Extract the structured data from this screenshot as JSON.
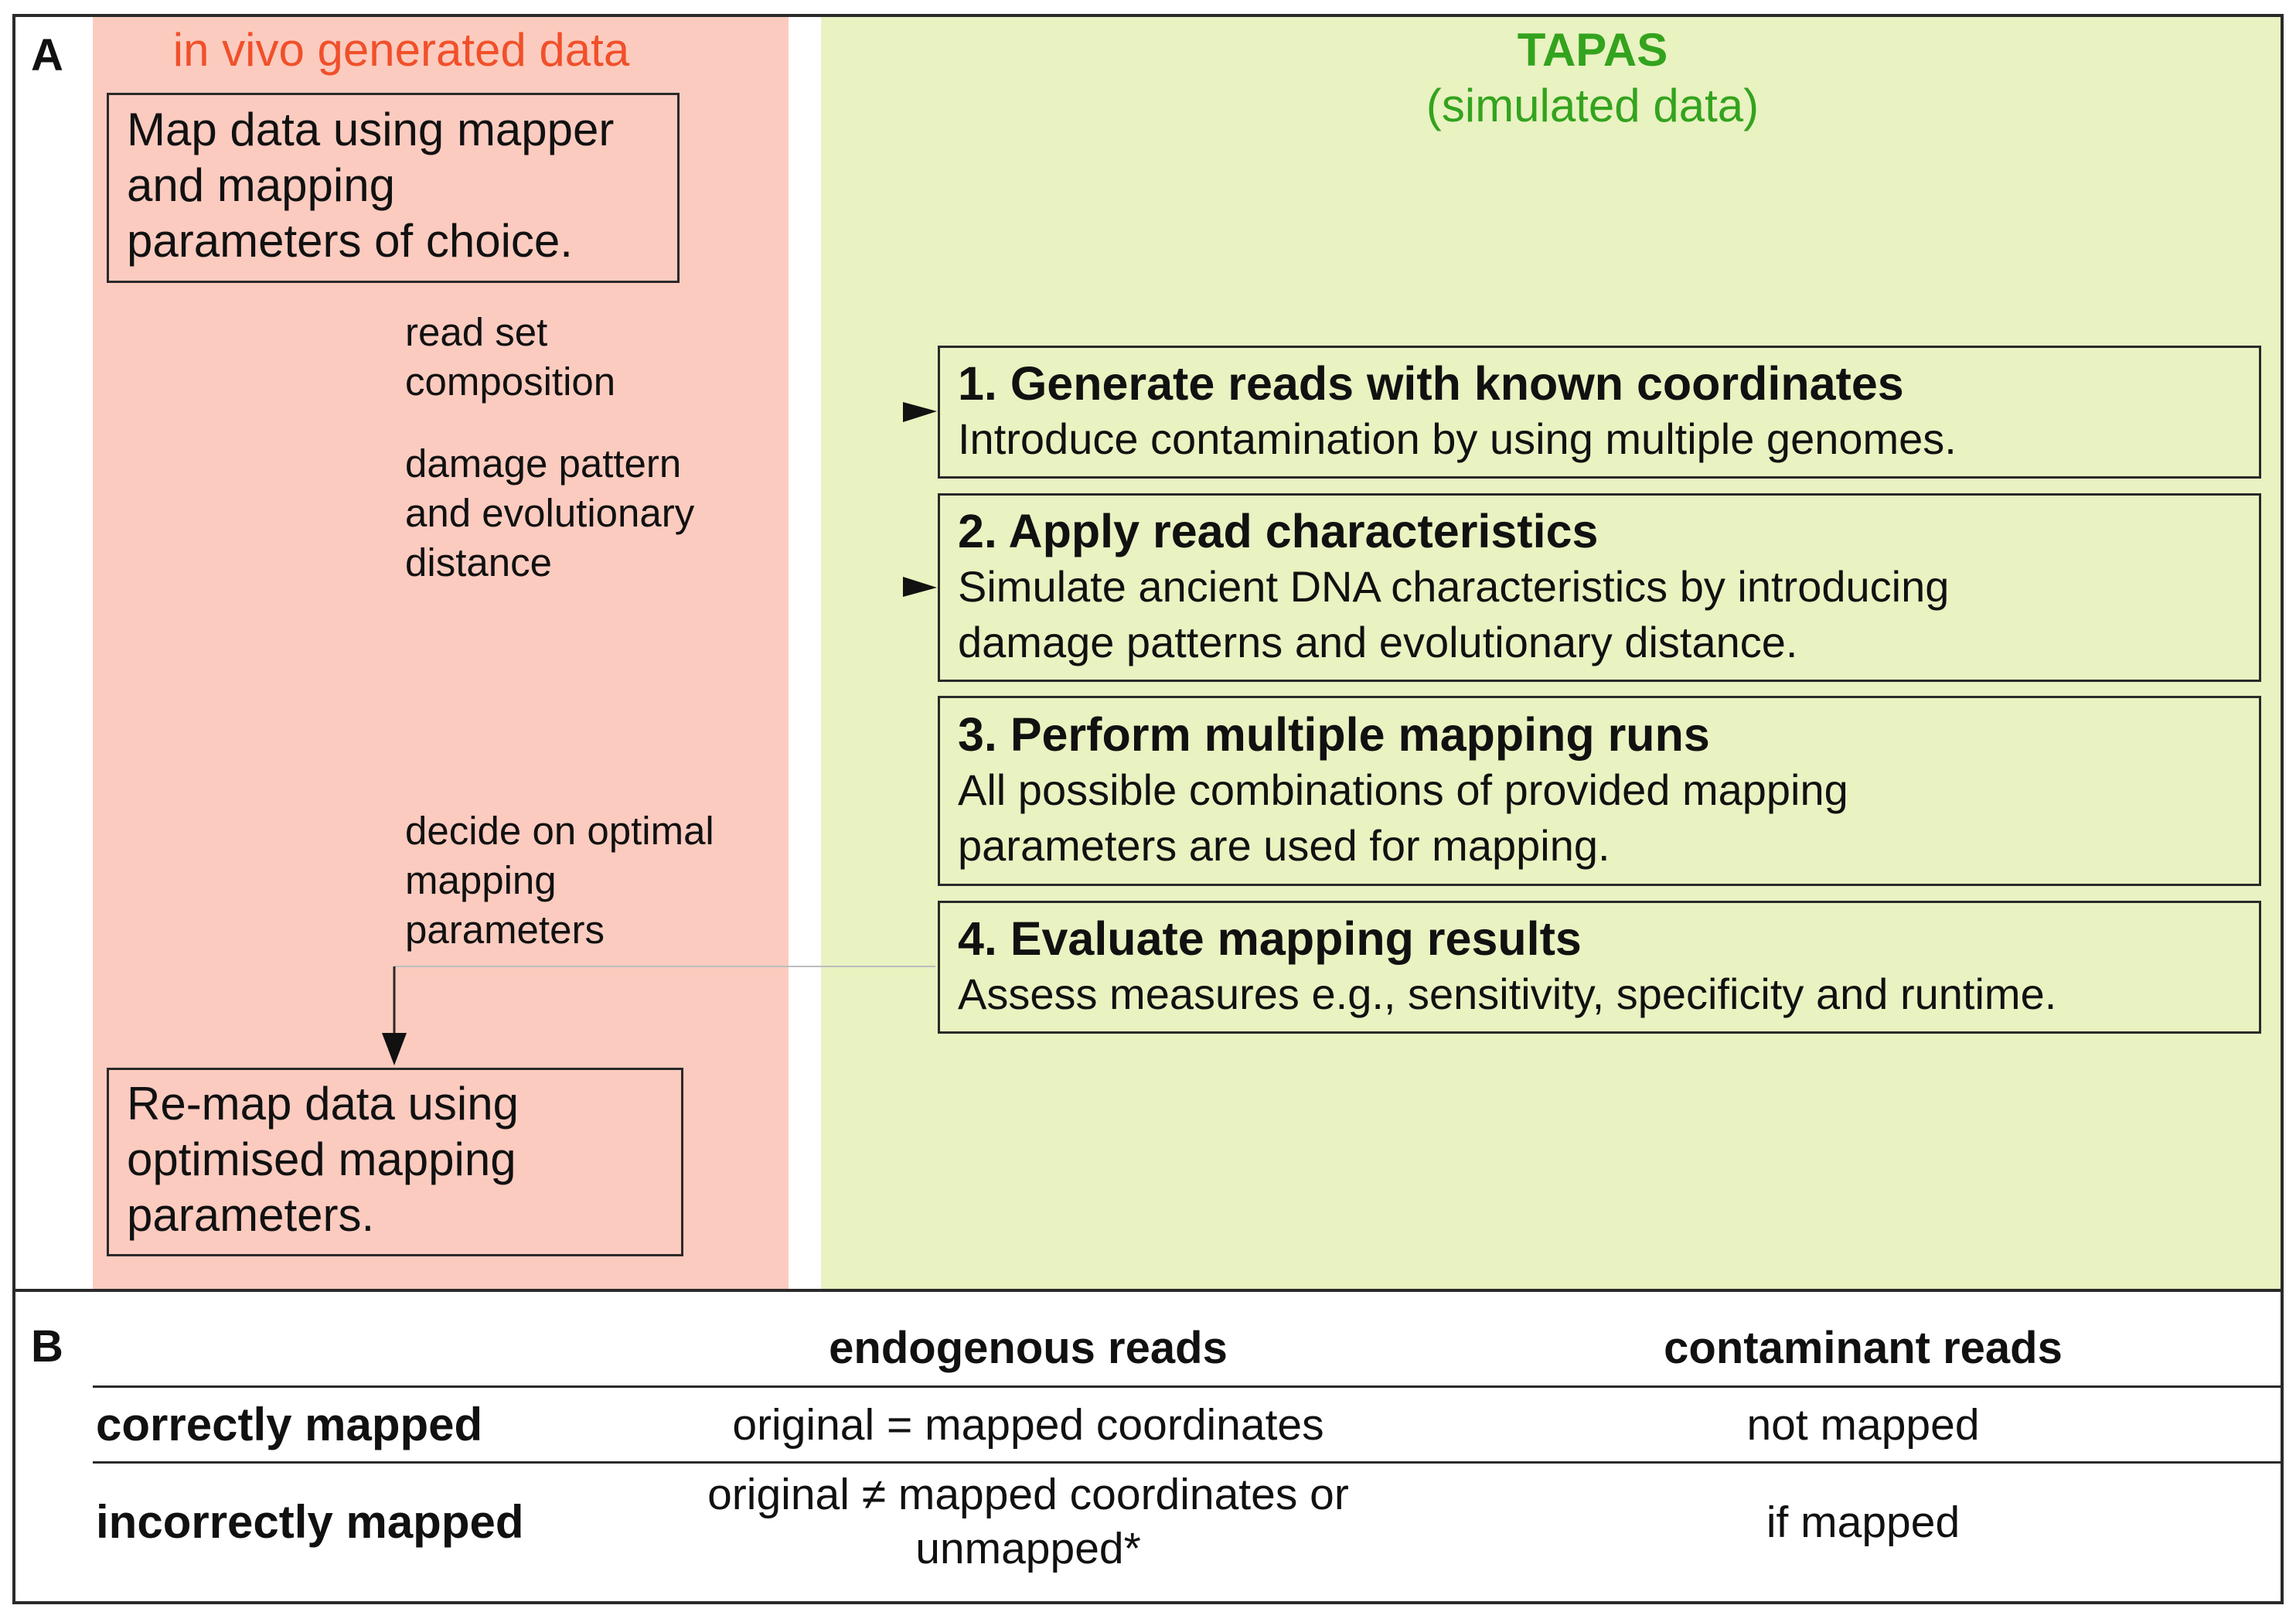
{
  "panel_a": {
    "letter": "A",
    "left_title": "in vivo generated data",
    "right_title": "TAPAS",
    "right_subtitle": "(simulated data)",
    "colors": {
      "left_title": "#f0502a",
      "right_title": "#33a31e",
      "left_bg": "#fccbbf",
      "right_bg": "#e9f2c1"
    },
    "box_map": [
      "Map data using mapper",
      "and mapping",
      "parameters of choice."
    ],
    "label_read_set": [
      "read set",
      "composition"
    ],
    "label_damage": [
      "damage pattern",
      "and evolutionary",
      "distance"
    ],
    "label_decide": [
      "decide on optimal",
      "mapping",
      "parameters"
    ],
    "box_remap": [
      "Re-map data using",
      "optimised mapping",
      "parameters."
    ],
    "steps": [
      {
        "title": "1. Generate reads with known coordinates",
        "desc": [
          "Introduce contamination by using multiple genomes."
        ]
      },
      {
        "title": "2. Apply read characteristics",
        "desc": [
          "Simulate ancient DNA characteristics by introducing",
          "damage patterns and evolutionary distance."
        ]
      },
      {
        "title": "3. Perform multiple mapping runs",
        "desc": [
          "All possible combinations of provided mapping",
          "parameters are used for mapping."
        ]
      },
      {
        "title": "4. Evaluate mapping results",
        "desc": [
          "Assess measures e.g., sensitivity, specificity and runtime."
        ]
      }
    ]
  },
  "panel_b": {
    "letter": "B",
    "headers": [
      "endogenous reads",
      "contaminant reads"
    ],
    "rows": [
      {
        "label": "correctly mapped",
        "endogenous": [
          "original = mapped coordinates"
        ],
        "contaminant": "not mapped"
      },
      {
        "label": "incorrectly mapped",
        "endogenous": [
          "original ≠ mapped coordinates or",
          "unmapped*"
        ],
        "contaminant": "if mapped"
      }
    ]
  }
}
